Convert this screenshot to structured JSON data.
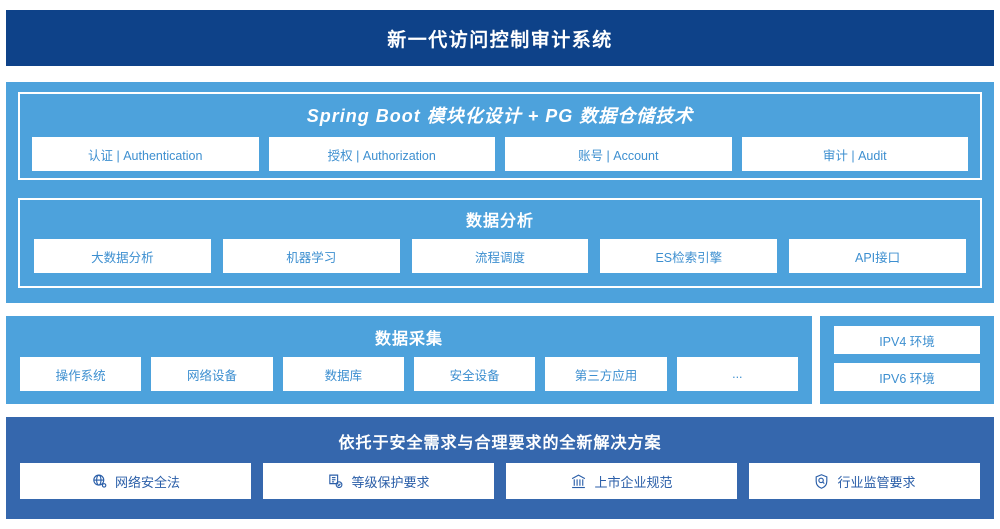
{
  "header": {
    "title": "新一代访问控制审计系统",
    "bg_color": "#0e4289"
  },
  "colors": {
    "navy": "#0e4289",
    "mid_blue": "#4da2dc",
    "dark_blue": "#3567ad",
    "chip_text": "#3d8fd0",
    "chip_text_dark": "#2a5ea8",
    "chip_bg": "#ffffff"
  },
  "sections": {
    "spring": {
      "title": "Spring Boot 模块化设计 + PG 数据仓储技术",
      "chips": [
        {
          "label": "认证 | Authentication"
        },
        {
          "label": "授权 | Authorization"
        },
        {
          "label": "账号 | Account"
        },
        {
          "label": "审计 | Audit"
        }
      ]
    },
    "analysis": {
      "title": "数据分析",
      "chips": [
        {
          "label": "大数据分析"
        },
        {
          "label": "机器学习"
        },
        {
          "label": "流程调度"
        },
        {
          "label": "ES检索引擎"
        },
        {
          "label": "API接口"
        }
      ]
    },
    "collection": {
      "title": "数据采集",
      "chips": [
        {
          "label": "操作系统"
        },
        {
          "label": "网络设备"
        },
        {
          "label": "数据库"
        },
        {
          "label": "安全设备"
        },
        {
          "label": "第三方应用"
        },
        {
          "label": "..."
        }
      ]
    },
    "environment": {
      "chips": [
        {
          "label": "IPV4 环境"
        },
        {
          "label": "IPV6 环境"
        }
      ]
    },
    "solution": {
      "title": "依托于安全需求与合理要求的全新解决方案",
      "chips": [
        {
          "label": "网络安全法",
          "icon": "globe-network-icon"
        },
        {
          "label": "等级保护要求",
          "icon": "document-check-icon"
        },
        {
          "label": "上市企业规范",
          "icon": "bank-building-icon"
        },
        {
          "label": "行业监管要求",
          "icon": "shield-search-icon"
        }
      ]
    }
  }
}
